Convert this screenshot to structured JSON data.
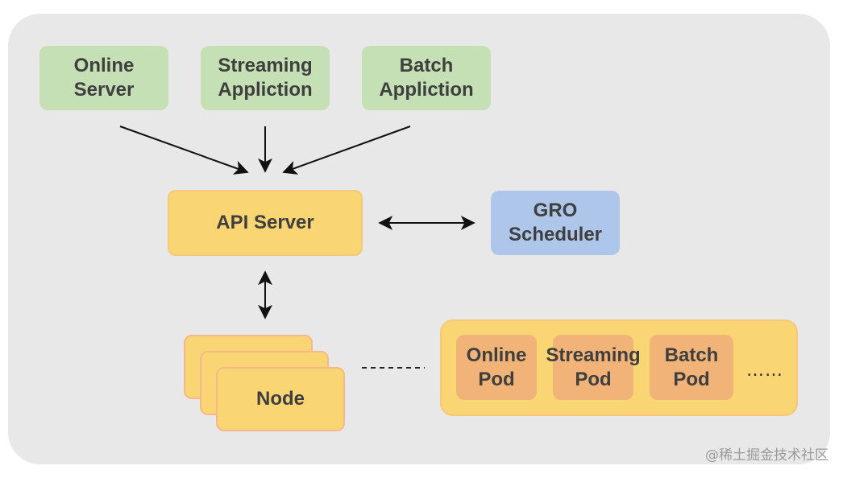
{
  "clients": {
    "online_server": "Online\nServer",
    "streaming_application": "Streaming\nAppliction",
    "batch_application": "Batch\nAppliction"
  },
  "api_server": "API Server",
  "gro_scheduler": "GRO\nScheduler",
  "node": "Node",
  "pods": {
    "online": "Online\nPod",
    "streaming": "Streaming\nPod",
    "batch": "Batch\nPod",
    "more": "……"
  },
  "watermark": "@稀土掘金技术社区",
  "colors": {
    "client_boxes": "#c5e0b4",
    "api_server": "#f9d673",
    "scheduler": "#aec6ea",
    "pods": "#f1b378",
    "background": "#e8e8e8"
  }
}
